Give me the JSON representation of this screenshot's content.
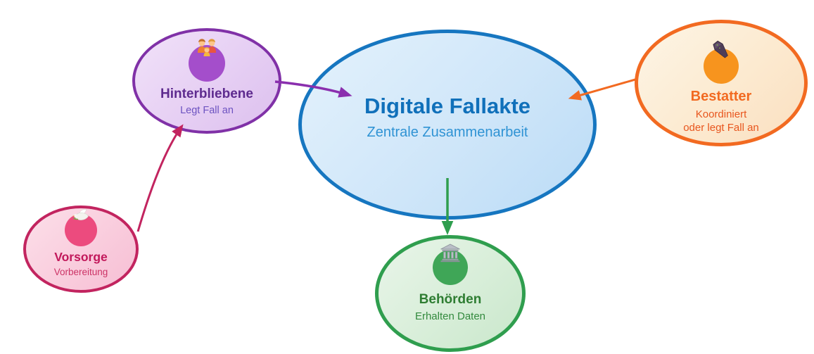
{
  "nodes": {
    "center": {
      "title": "Digitale Fallakte",
      "subtitle": "Zentrale Zusammenarbeit",
      "border_color": "#1676c0",
      "fill_color": "#cfe6f9",
      "title_color": "#1070ba",
      "subtitle_color": "#2f93d4"
    },
    "hinterbliebene": {
      "title": "Hinterbliebene",
      "subtitle": "Legt Fall an",
      "icon": "family-icon",
      "border_color": "#8031a7",
      "fill_color": "#e5cdf3",
      "badge_color": "#a44ecb",
      "title_color": "#5e2b8f",
      "subtitle_color": "#6d53c1"
    },
    "vorsorge": {
      "title": "Vorsorge",
      "subtitle": "Vorbereitung",
      "icon": "dove-icon",
      "border_color": "#c2245f",
      "fill_color": "#f9cbdc",
      "badge_color": "#ec4b7e",
      "title_color": "#c2185b",
      "subtitle_color": "#cc3366"
    },
    "bestatter": {
      "title": "Bestatter",
      "subtitle_line1": "Koordiniert",
      "subtitle_line2": "oder legt Fall an",
      "icon": "coffin-icon",
      "border_color": "#f26a21",
      "fill_color": "#fcead0",
      "badge_color": "#f7941e",
      "title_color": "#f26a21",
      "subtitle_color": "#e8561e"
    },
    "behoerden": {
      "title": "Behörden",
      "subtitle": "Erhalten Daten",
      "icon": "bank-icon",
      "border_color": "#2f9e4e",
      "fill_color": "#d8eed9",
      "badge_color": "#3fa657",
      "title_color": "#2e7d32",
      "subtitle_color": "#338a3e"
    }
  },
  "edges": [
    {
      "from": "hinterbliebene",
      "to": "center",
      "color": "#8a2fae"
    },
    {
      "from": "vorsorge",
      "to": "hinterbliebene",
      "color": "#c2245f"
    },
    {
      "from": "bestatter",
      "to": "center",
      "color": "#f26a21"
    },
    {
      "from": "center",
      "to": "behoerden",
      "color": "#2f9e4e"
    }
  ]
}
